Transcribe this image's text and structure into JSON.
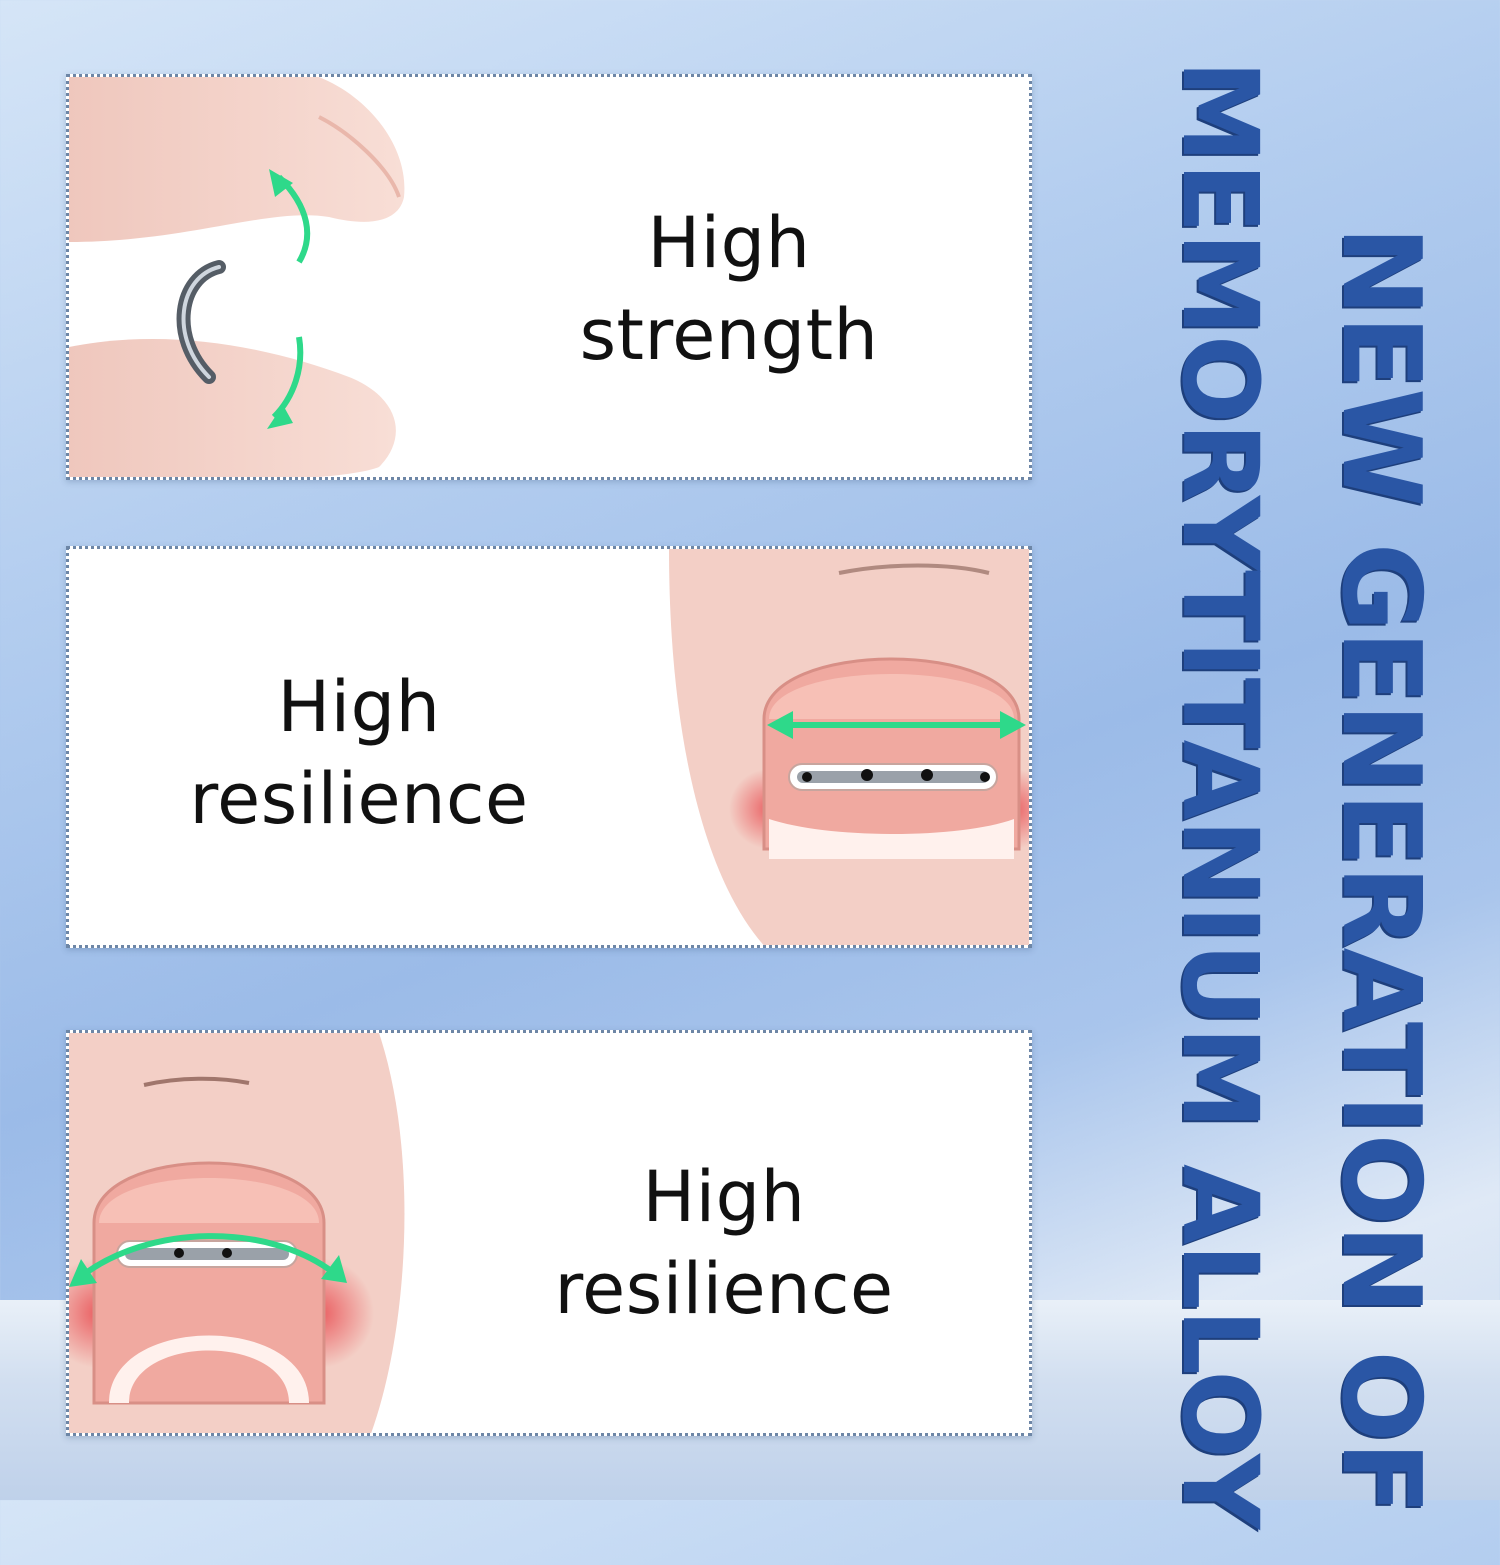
{
  "panels": [
    {
      "line1": "High",
      "line2": "strength"
    },
    {
      "line1": "High",
      "line2": "resilience"
    },
    {
      "line1": "High",
      "line2": "resilience"
    }
  ],
  "title": {
    "line1": "NEW GENERATION OF",
    "line2": "MEMORYTITANIUM ALLOY"
  },
  "colors": {
    "title_blue": "#2a56a5",
    "arrow_green": "#2ed98a",
    "skin": "#f3cfc6",
    "inflamed_red": "#e8484d"
  }
}
